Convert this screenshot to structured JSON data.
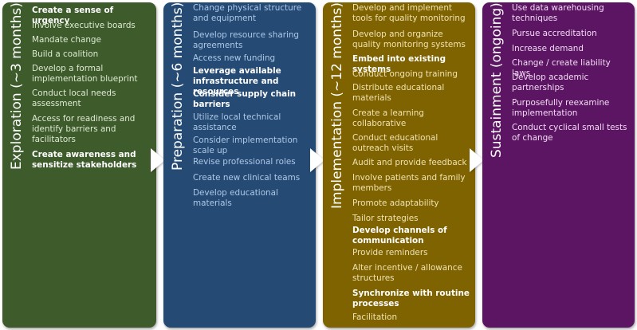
{
  "phases": [
    {
      "title": "Exploration (~3 months)",
      "items": [
        {
          "text": "Create a sense of urgency",
          "bold": true
        },
        {
          "text": "Involve executive boards",
          "bold": false
        },
        {
          "text": "Mandate change",
          "bold": false
        },
        {
          "text": "Build a coalition",
          "bold": false
        },
        {
          "text": "Develop a formal implementation blueprint",
          "bold": false
        },
        {
          "text": "Conduct local needs assessment",
          "bold": false
        },
        {
          "text": "Access for readiness and identify barriers and facilitators",
          "bold": false
        },
        {
          "text": "Create awareness and sensitize stakeholders",
          "bold": true
        }
      ]
    },
    {
      "title": "Preparation (~6 months)",
      "items": [
        {
          "text": "Change physical structure and equipment",
          "bold": false
        },
        {
          "text": "Develop resource sharing agreements",
          "bold": false
        },
        {
          "text": "Access new funding",
          "bold": false
        },
        {
          "text": "Leverage available infrastructure and resources",
          "bold": true
        },
        {
          "text": "Consider supply chain barriers",
          "bold": true
        },
        {
          "text": "Utilize local technical assistance",
          "bold": false
        },
        {
          "text": "Consider implementation scale up",
          "bold": false
        },
        {
          "text": "Revise professional roles",
          "bold": false
        },
        {
          "text": "Create new clinical teams",
          "bold": false
        },
        {
          "text": "Develop educational materials",
          "bold": false
        }
      ]
    },
    {
      "title": "Implementation (~12 months)",
      "items": [
        {
          "text": "Develop and implement tools for quality monitoring",
          "bold": false
        },
        {
          "text": "Develop  and organize quality monitoring systems",
          "bold": false
        },
        {
          "text": "Embed into existing systems",
          "bold": true
        },
        {
          "text": "Conduct ongoing training",
          "bold": false
        },
        {
          "text": "Distribute educational materials",
          "bold": false
        },
        {
          "text": "Create a learning collaborative",
          "bold": false
        },
        {
          "text": "Conduct educational outreach visits",
          "bold": false
        },
        {
          "text": "Audit and provide feedback",
          "bold": false
        },
        {
          "text": "Involve patients and family members",
          "bold": false
        },
        {
          "text": "Promote adaptability",
          "bold": false
        },
        {
          "text": "Tailor strategies",
          "bold": false
        },
        {
          "text": "Develop channels of communication",
          "bold": true
        },
        {
          "text": "Provide reminders",
          "bold": false
        },
        {
          "text": "Alter incentive / allowance structures",
          "bold": false
        },
        {
          "text": "Synchronize with routine processes",
          "bold": true
        },
        {
          "text": "Facilitation",
          "bold": false
        }
      ]
    },
    {
      "title": "Sustainment (ongoing)",
      "items": [
        {
          "text": "Use data warehousing techniques",
          "bold": false
        },
        {
          "text": "Pursue accreditation",
          "bold": false
        },
        {
          "text": "Increase demand",
          "bold": false
        },
        {
          "text": "Change / create liability laws",
          "bold": false
        },
        {
          "text": "Develop academic partnerships",
          "bold": false
        },
        {
          "text": "Purposefully reexamine implementation",
          "bold": false
        },
        {
          "text": "Conduct cyclical small tests of change",
          "bold": false
        }
      ]
    }
  ],
  "colors": {
    "exploration": "#3e5b2c",
    "preparation": "#254b74",
    "implementation": "#7f6300",
    "sustainment": "#5c1563",
    "arrow": "#ffffff"
  }
}
